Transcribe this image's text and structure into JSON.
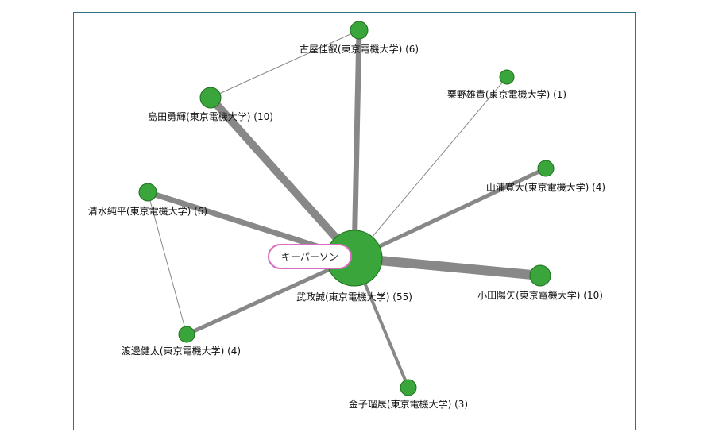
{
  "colors": {
    "edge": "#888888",
    "node_fill": "#3aa53a",
    "node_stroke": "#1f6e1f",
    "badge_border": "#d86bc0",
    "frame": "#2f6f86"
  },
  "center": {
    "label": "武政誠(東京電機大学) (55)",
    "badge": "キーパーソン"
  },
  "nodes": [
    {
      "id": "furuya",
      "label": "古屋佳叡(東京電機大学) (6)"
    },
    {
      "id": "shimada",
      "label": "島田勇輝(東京電機大学) (10)"
    },
    {
      "id": "awano",
      "label": "粟野雄貴(東京電機大学) (1)"
    },
    {
      "id": "yamaura",
      "label": "山浦寛大(東京電機大学) (4)"
    },
    {
      "id": "shimizu",
      "label": "清水純平(東京電機大学) (6)"
    },
    {
      "id": "oda",
      "label": "小田陽矢(東京電機大学) (10)"
    },
    {
      "id": "watanabe",
      "label": "渡邊健太(東京電機大学) (4)"
    },
    {
      "id": "kaneko",
      "label": "金子瑠晟(東京電機大学) (3)"
    }
  ]
}
